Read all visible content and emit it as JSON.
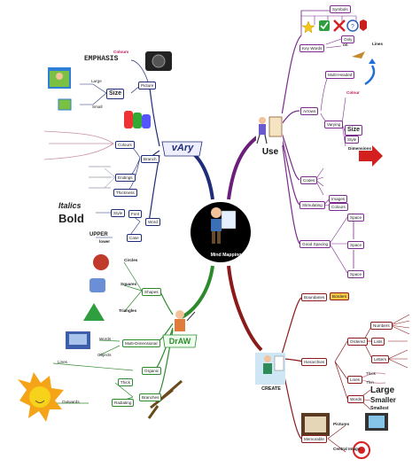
{
  "center": {
    "title": "Mind Mapping"
  },
  "branches": {
    "vary": {
      "label": "vAry",
      "emphasis": {
        "colours": "Colours",
        "emphasis": "EMPHASIS"
      },
      "picture": "Picture",
      "size": {
        "label": "Size",
        "large": "Large",
        "small": "Small"
      },
      "branch": "Branch",
      "colours": "Colours",
      "endings": "Endings",
      "thickness": "Thickness",
      "font": {
        "style": "Style",
        "italics": "Italics",
        "bold": "Bold",
        "font": "Font"
      },
      "word": "Word",
      "case": {
        "upper": "UPPER",
        "lower": "lower",
        "case": "Case"
      }
    },
    "use": {
      "label": "Use",
      "symbols": "Symbols",
      "key_words": "Key Words",
      "only": "Only",
      "on": "on",
      "lines": "Lines",
      "multi_headed": "Multi-Headed",
      "arrows": "Arrows",
      "varying": "Varying",
      "colour": "Colour",
      "size": "Size",
      "style": "Style",
      "dimensions": "Dimensions",
      "codes": "Codes",
      "images": "Images",
      "colours": "Colours",
      "stimulating": "Stimulating",
      "space": "Space",
      "good_spacing": "Good Spacing"
    },
    "draw": {
      "label": "DrAW",
      "circles": "Circles",
      "squares": "Squares",
      "shapes": "Shapes",
      "triangles": "Triangles",
      "words": "Words",
      "multi_dimensional": "Multi-Dimensional",
      "objects": "Objects",
      "lines": "Lines",
      "organic": "Organic",
      "thick": "Thick",
      "branches": "Branches",
      "outwards": "Outwards",
      "radiating": "Radiating"
    },
    "create": {
      "label": "CREATE",
      "boundaries": "Boundaries",
      "borders": "Borders",
      "numbers": "Numbers",
      "ordered": "Ordered",
      "lists": "Lists",
      "letters": "Letters",
      "hierarchies": "Hierarchies",
      "lines": "Lines",
      "thick": "Thick",
      "thin": "Thin",
      "large": "Large",
      "smaller": "Smaller",
      "smallest": "Smallest",
      "words": "Words",
      "pictures": "Pictures",
      "memorable": "Memorable",
      "central_image": "Central Image"
    }
  }
}
